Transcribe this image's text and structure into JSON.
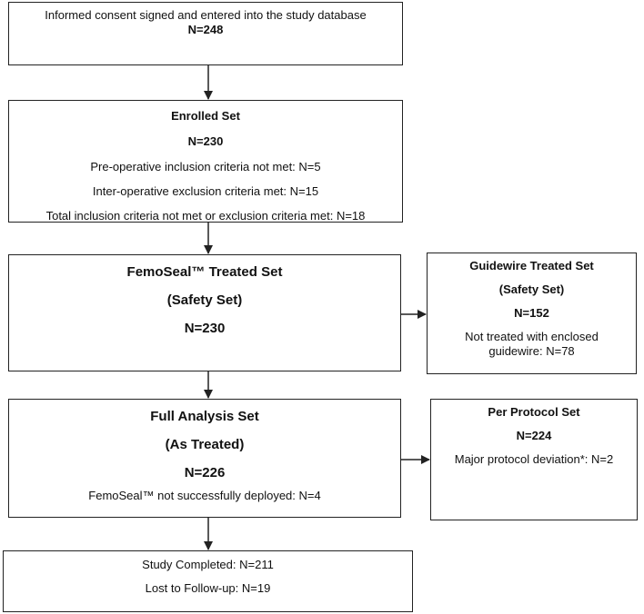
{
  "flowchart": {
    "consent": {
      "text": "Informed consent signed and entered into the study database",
      "n": "N=248"
    },
    "enrolled": {
      "title": "Enrolled Set",
      "n": "N=230",
      "lines": [
        "Pre-operative inclusion criteria not met: N=5",
        "Inter-operative exclusion criteria met: N=15",
        "Total inclusion criteria not met or exclusion criteria met: N=18"
      ]
    },
    "femoseal": {
      "title": "FemoSeal™ Treated Set",
      "subtitle": "(Safety Set)",
      "n": "N=230"
    },
    "guidewire": {
      "title": "Guidewire Treated Set",
      "subtitle": "(Safety Set)",
      "n": "N=152",
      "note": "Not treated with enclosed guidewire: N=78"
    },
    "full_analysis": {
      "title": "Full Analysis Set",
      "subtitle": "(As Treated)",
      "n": "N=226",
      "note": "FemoSeal™ not successfully deployed: N=4"
    },
    "per_protocol": {
      "title": "Per Protocol Set",
      "n": "N=224",
      "note": "Major protocol deviation*: N=2"
    },
    "completion": {
      "completed": "Study Completed: N=211",
      "lost": "Lost to Follow-up: N=19"
    }
  }
}
